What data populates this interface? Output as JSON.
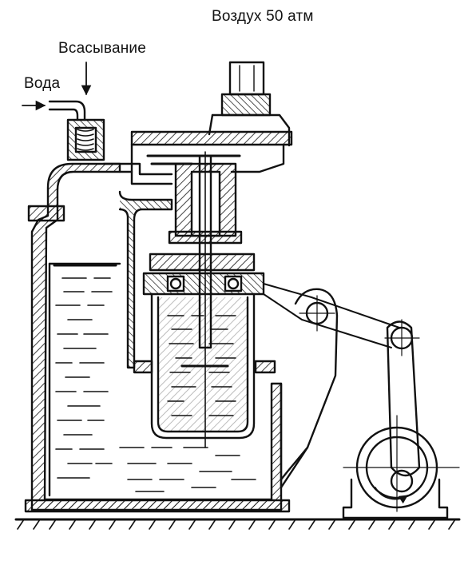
{
  "labels": {
    "air": "Воздух 50 атм",
    "suction": "Всасывание",
    "water": "Вода"
  },
  "colors": {
    "ink": "#111111",
    "background": "#ffffff"
  }
}
